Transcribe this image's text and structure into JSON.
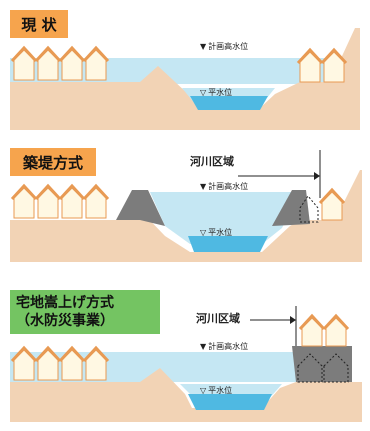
{
  "panels": [
    {
      "title": "現 状",
      "labels": {
        "plan_water": "計画高水位",
        "normal_water": "平水位"
      }
    },
    {
      "title": "築堤方式",
      "labels": {
        "plan_water": "計画高水位",
        "normal_water": "平水位",
        "zone": "河川区域"
      }
    },
    {
      "title_lines": [
        "宅地嵩上げ方式",
        "（水防災事業）"
      ],
      "labels": {
        "plan_water": "計画高水位",
        "normal_water": "平水位",
        "zone": "河川区域"
      }
    }
  ],
  "colors": {
    "ground": "#f2d3b5",
    "water_high": "#c5e7f3",
    "water_normal": "#4fb9e2",
    "levee": "#7c7c7c",
    "house_roof": "#e89a53",
    "house_wall": "#fff8e3",
    "badge_orange": "#f6a44d",
    "badge_green": "#74c462"
  },
  "icons": [
    "house-icon",
    "down-triangle-icon",
    "open-triangle-icon",
    "levee-icon",
    "dashed-house-outline-icon"
  ]
}
